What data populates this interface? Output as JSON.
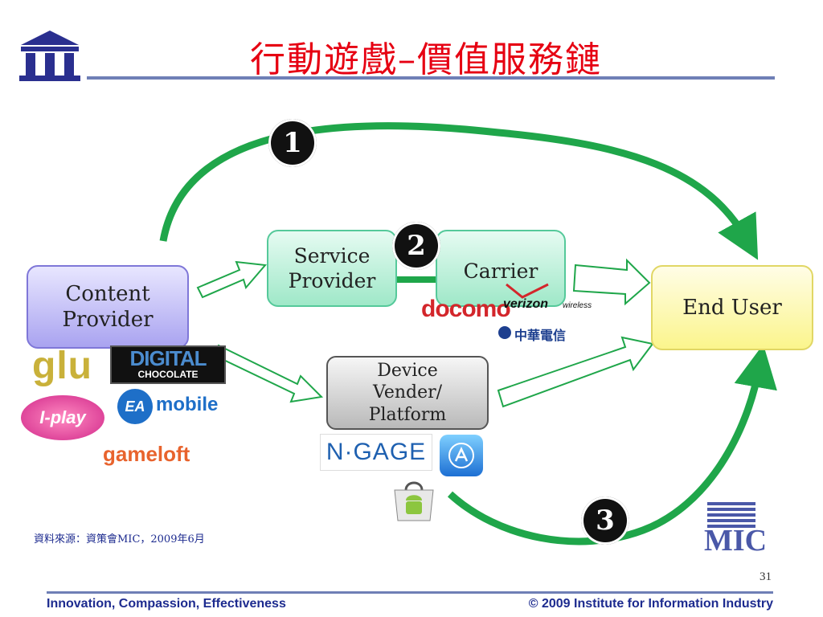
{
  "header": {
    "title": "行動遊戲–價值服務鏈",
    "logo_icon": "institute-building-icon"
  },
  "diagram": {
    "content_provider": "Content\nProvider",
    "service_provider": "Service\nProvider",
    "carrier": "Carrier",
    "end_user": "End User",
    "device_vender": "Device\nVender/\nPlatform",
    "badges": [
      "1",
      "2",
      "3"
    ],
    "colors": {
      "arrow_green": "#1fa64a",
      "title_red": "#e60012",
      "rule_blue": "#6f7fb6"
    }
  },
  "logos": {
    "glu": "glu",
    "digital_chocolate_top": "DIGITAL",
    "digital_chocolate_bottom": "CHOCOLATE",
    "iplay": "I-play",
    "ea_mark": "EA",
    "ea_text": "mobile",
    "gameloft": "gameloft",
    "docomo": "docomo",
    "verizon": "verizon",
    "verizon_sub": "wireless",
    "cht": "中華電信",
    "ngage": "N·GAGE",
    "mic": "MIC"
  },
  "footer": {
    "source": "資料來源：資策會MIC，2009年6月",
    "page_number": "31",
    "tagline": "Innovation, Compassion, Effectiveness",
    "copyright": "© 2009 Institute for Information Industry"
  }
}
